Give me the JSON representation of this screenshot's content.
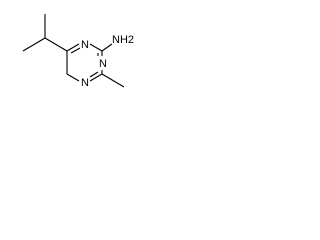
{
  "molecule": {
    "atoms": {
      "amine": "NH2",
      "ring_n_top": "N",
      "ring_n_right": "N",
      "ring_n_bottom": "N"
    }
  }
}
